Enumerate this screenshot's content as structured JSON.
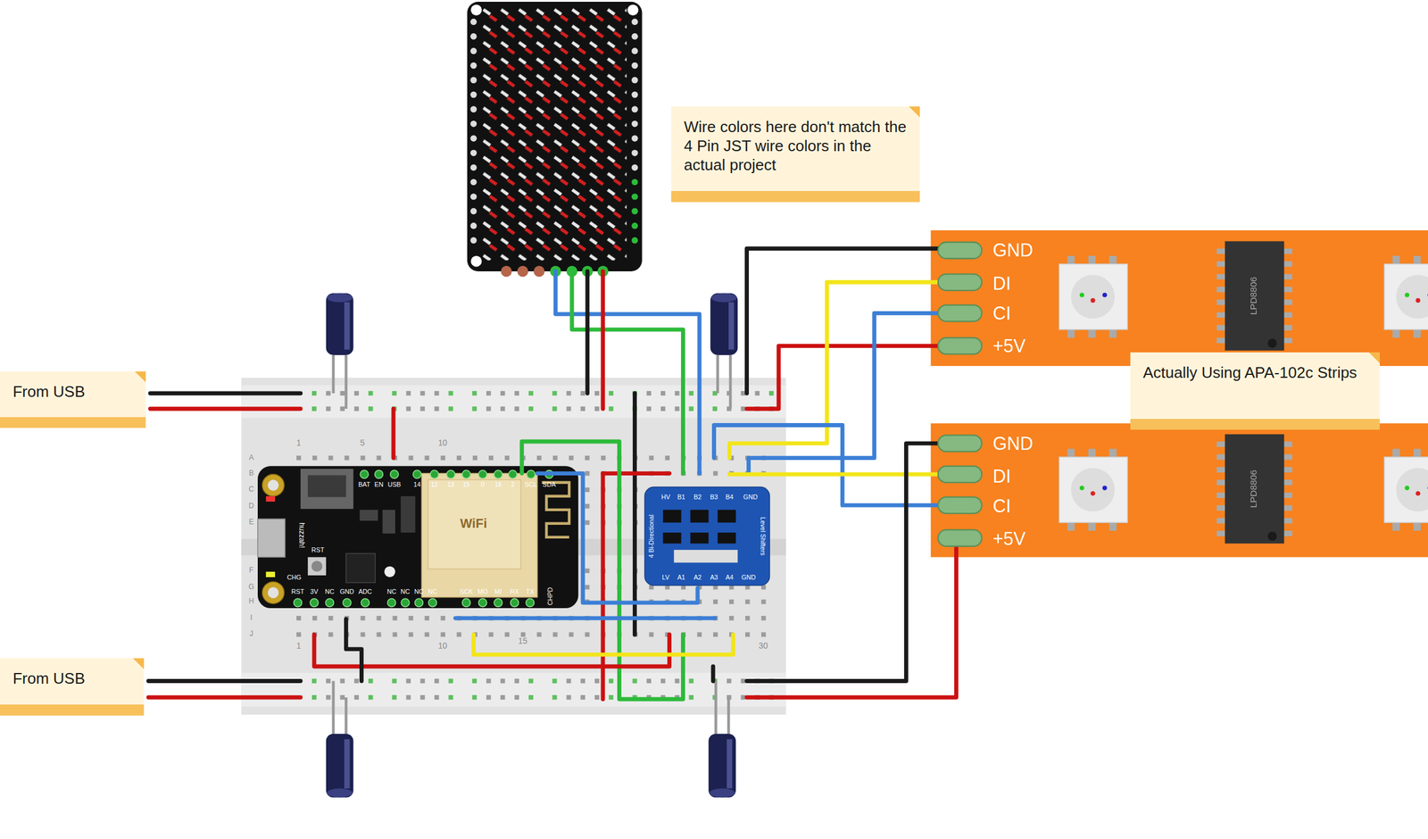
{
  "diagram": {
    "nodes": [
      {
        "text": [
          "Wire colors here don't match the 4 Pin JST wire colors in the actual project"
        ]
      },
      {
        "text": [
          "GND",
          "DI",
          "CI",
          "+5V"
        ]
      },
      {
        "text": [
          "From USB"
        ]
      },
      {
        "text": [
          "Actually Using APA-102c Strips"
        ]
      },
      {
        "text": [
          "GND",
          "DI",
          "CI",
          "+5V"
        ]
      },
      {
        "text": [
          "From USB"
        ]
      }
    ],
    "labels": [
      "LPD8806",
      "LPD8806",
      "1",
      "5",
      "10",
      "1",
      "10",
      "15",
      "30",
      "A",
      "B",
      "C",
      "D",
      "E",
      "F",
      "G",
      "H",
      "I",
      "J",
      "BAT",
      "EN",
      "USB",
      "14",
      "12",
      "13",
      "15",
      "0",
      "16",
      "2",
      "SCL",
      "SDA",
      "RST",
      "3V",
      "NC",
      "GND",
      "ADC",
      "NC",
      "NC",
      "NC",
      "NC",
      "SCK",
      "MO",
      "MI",
      "RX",
      "TX",
      "CHPD",
      "huzzah!",
      "RST",
      "CHG",
      "WiFi",
      "HV",
      "B1",
      "B2",
      "B3",
      "B4",
      "GND",
      "LV",
      "A1",
      "A2",
      "A3",
      "A4",
      "GND",
      "4 Bi-Directional",
      "Level Shifters"
    ]
  }
}
